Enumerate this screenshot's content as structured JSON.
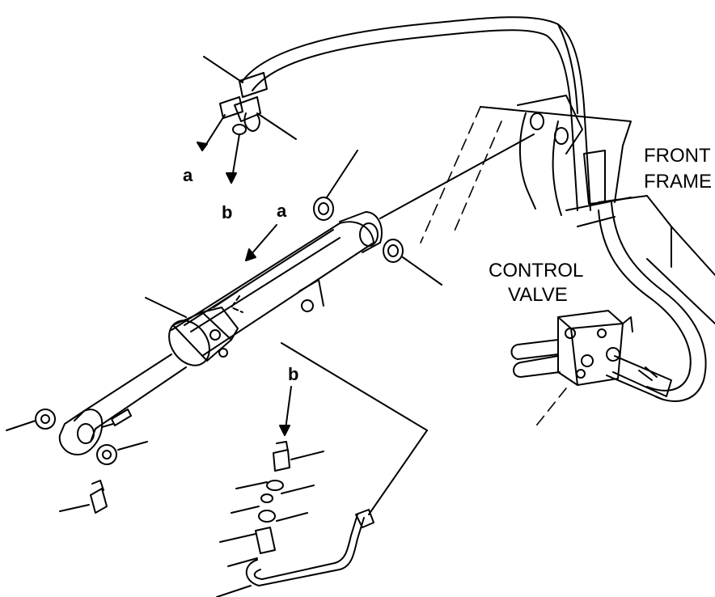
{
  "labels": {
    "front_frame_line1": "FRONT",
    "front_frame_line2": "FRAME",
    "control_valve_line1": "CONTROL",
    "control_valve_line2": "VALVE",
    "callout_a_upper": "a",
    "callout_b_upper": "b",
    "callout_a_cylinder": "a",
    "callout_b_lower": "b"
  },
  "colors": {
    "ink": "#000000",
    "paper": "#ffffff"
  }
}
